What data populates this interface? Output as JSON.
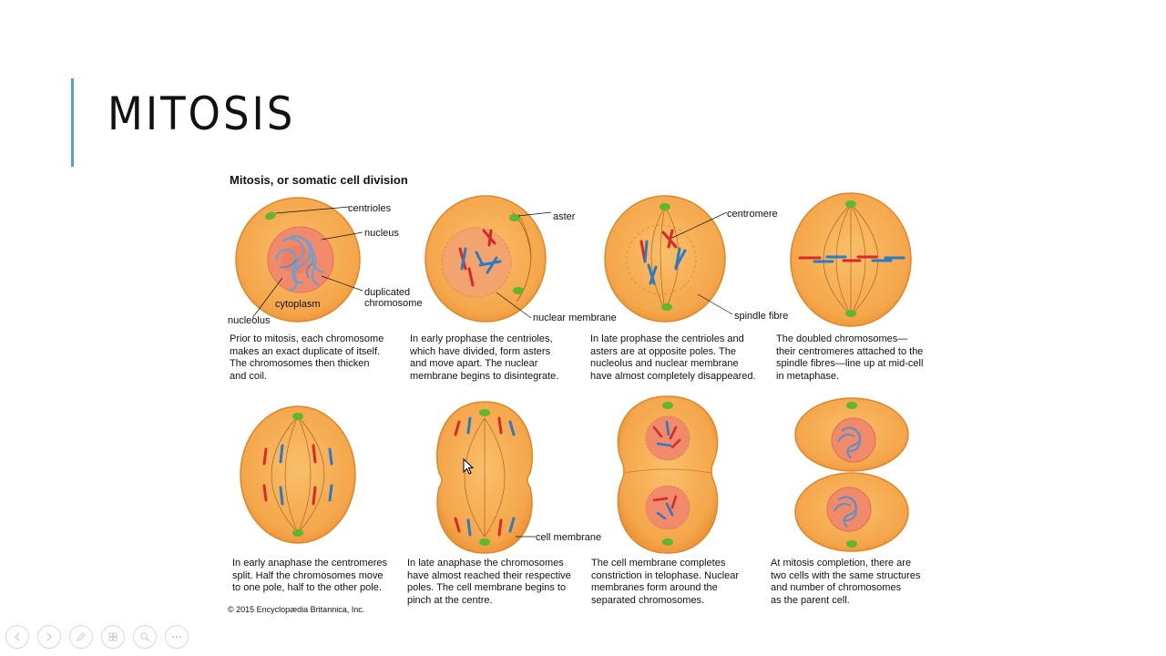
{
  "slide": {
    "title": "MITOSIS"
  },
  "figure": {
    "heading": "Mitosis, or somatic cell division",
    "credit": "© 2015 Encyclopædia Britannica, Inc.",
    "labels": {
      "centrioles": "centrioles",
      "nucleus": "nucleus",
      "duplicated_chromosome_1": "duplicated",
      "duplicated_chromosome_2": "chromosome",
      "cytoplasm": "cytoplasm",
      "nucleolus": "nucleolus",
      "aster": "aster",
      "nuclear_membrane": "nuclear membrane",
      "centromere": "centromere",
      "spindle_fibre": "spindle fibre",
      "cell_membrane": "cell membrane"
    },
    "captions": [
      [
        "Prior to mitosis, each chromosome",
        "makes an exact duplicate of itself.",
        "The chromosomes then thicken",
        "and coil."
      ],
      [
        "In early prophase the centrioles,",
        "which have divided, form asters",
        "and move apart. The nuclear",
        "membrane begins to disintegrate."
      ],
      [
        "In late prophase the centrioles and",
        "asters are at opposite poles. The",
        "nucleolus and nuclear membrane",
        "have almost completely disappeared."
      ],
      [
        "The doubled chromosomes—",
        "their centromeres attached to the",
        "spindle fibres—line up at mid-cell",
        "in metaphase."
      ],
      [
        "In early anaphase the centromeres",
        "split. Half the chromosomes move",
        "to one pole, half to the other pole."
      ],
      [
        "In late anaphase the chromosomes",
        "have almost reached their respective",
        "poles. The cell membrane begins to",
        "pinch at the centre."
      ],
      [
        "The cell membrane completes",
        "constriction in telophase. Nuclear",
        "membranes form around the",
        "separated chromosomes."
      ],
      [
        "At mitosis completion, there are",
        "two cells with the same structures",
        "and number of chromosomes",
        "as the parent cell."
      ]
    ]
  },
  "colors": {
    "cell_fill": "#f5a64a",
    "cell_edge": "#e0862a",
    "nucleus_fill": "#f08a6a",
    "chromosome_red": "#d8282a",
    "chromosome_blue": "#2a7ac8",
    "centriole": "#5cb82e",
    "accent": "#4ea3d6"
  },
  "toolbar": {
    "icons": [
      "previous-slide-icon",
      "next-slide-icon",
      "pen-icon",
      "slides-grid-icon",
      "zoom-icon",
      "more-options-icon"
    ]
  }
}
